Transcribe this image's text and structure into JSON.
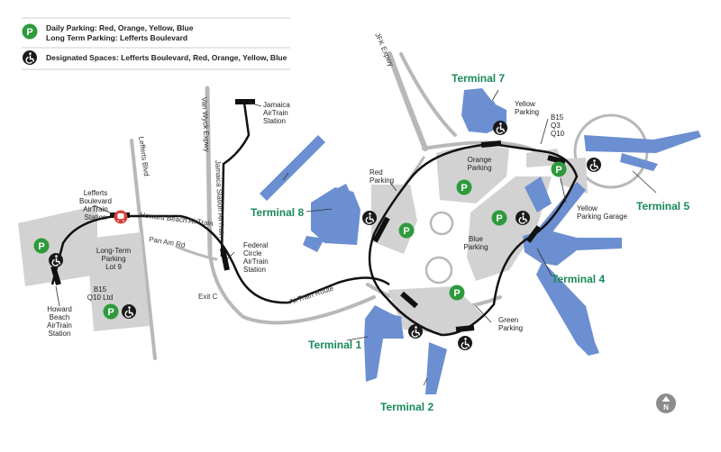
{
  "legend": {
    "daily_parking": "Daily Parking: Red, Orange, Yellow, Blue",
    "long_term_parking": "Long Term Parking: Lefferts Boulevard",
    "designated_spaces": "Designated Spaces: Lefferts Boulevard, Red, Orange, Yellow, Blue",
    "parking_icon_letter": "P"
  },
  "terminals": {
    "t1": "Terminal 1",
    "t2": "Terminal 2",
    "t4": "Terminal 4",
    "t5": "Terminal 5",
    "t7": "Terminal 7",
    "t8": "Terminal 8"
  },
  "roads": {
    "lefferts_blvd": "Lefferts Blvd",
    "van_wyck": "Van Wyck Expwy",
    "jamaica_station_airtrain": "Jamaica Station AirTrain",
    "jfk_expwy": "JFK Expwy",
    "howard_beach_airtrain": "Howard Beach AirTrain",
    "pan_am_rd": "Pan Am Rd",
    "airtrain_route": "AirTrain Route",
    "exit_c": "Exit C"
  },
  "stations": {
    "jamaica": [
      "Jamaica",
      "AirTrain",
      "Station"
    ],
    "lefferts": [
      "Lefferts",
      "Boulevard",
      "AirTrain",
      "Station"
    ],
    "federal_circle": [
      "Federal",
      "Circle",
      "AirTrain",
      "Station"
    ],
    "howard_beach": [
      "Howard",
      "Beach",
      "AirTrain",
      "Station"
    ]
  },
  "parking": {
    "long_term": [
      "Long-Term",
      "Parking",
      "Lot 9"
    ],
    "red": [
      "Red",
      "Parking"
    ],
    "orange": [
      "Orange",
      "Parking"
    ],
    "blue": [
      "Blue",
      "Parking"
    ],
    "yellow": [
      "Yellow",
      "Parking"
    ],
    "yellow_garage": [
      "Yellow",
      "Parking Garage"
    ],
    "green": [
      "Green",
      "Parking"
    ]
  },
  "bus": {
    "lefferts": [
      "B15",
      "Q10 Ltd"
    ],
    "terminal5": [
      "B15",
      "Q3",
      "Q10"
    ]
  },
  "compass": {
    "label": "N"
  },
  "colors": {
    "terminal": "#6b8fd0",
    "parking_lot": "#d2d2d2",
    "parking_icon": "#2e9a3c",
    "accessible_icon": "#1a1a1a",
    "terminal_label": "#1a8a5a",
    "road": "#b8b8b8",
    "airtrain": "#111111",
    "station_icon": "#d8413a"
  },
  "icons": {
    "parking": "parking-icon",
    "accessible": "wheelchair-icon",
    "station": "train-icon",
    "compass": "north-arrow-icon"
  }
}
